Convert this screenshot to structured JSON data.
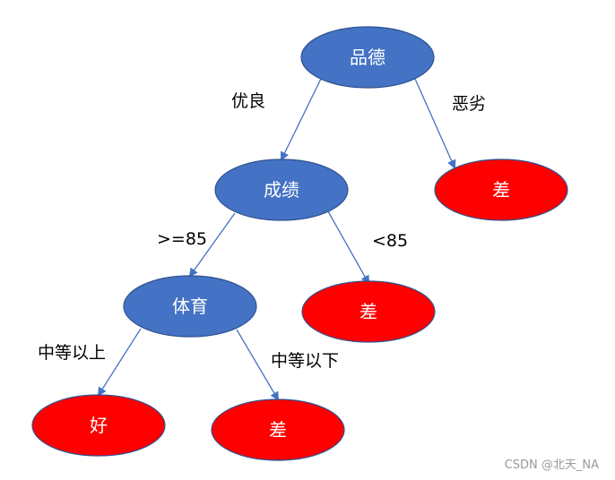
{
  "colors": {
    "decision_fill": "#4472c4",
    "decision_stroke": "#2f528f",
    "leaf_fill": "#ff0000",
    "leaf_stroke": "#2f528f",
    "edge": "#4472c4",
    "node_text": "#ffffff",
    "edge_text": "#000000",
    "watermark": "#9a9a9a"
  },
  "nodes": [
    {
      "id": "moral",
      "label": "品德",
      "kind": "decision"
    },
    {
      "id": "grades",
      "label": "成绩",
      "kind": "decision"
    },
    {
      "id": "moral_bad",
      "label": "差",
      "kind": "leaf"
    },
    {
      "id": "pe",
      "label": "体育",
      "kind": "decision"
    },
    {
      "id": "grades_low",
      "label": "差",
      "kind": "leaf"
    },
    {
      "id": "pe_good",
      "label": "好",
      "kind": "leaf"
    },
    {
      "id": "pe_bad",
      "label": "差",
      "kind": "leaf"
    }
  ],
  "edges": [
    {
      "from": "moral",
      "to": "grades",
      "label": "优良"
    },
    {
      "from": "moral",
      "to": "moral_bad",
      "label": "恶劣"
    },
    {
      "from": "grades",
      "to": "pe",
      "label": ">=85"
    },
    {
      "from": "grades",
      "to": "grades_low",
      "label": "<85"
    },
    {
      "from": "pe",
      "to": "pe_good",
      "label": "中等以上"
    },
    {
      "from": "pe",
      "to": "pe_bad",
      "label": "中等以下"
    }
  ],
  "watermark": "CSDN @北天_NA"
}
